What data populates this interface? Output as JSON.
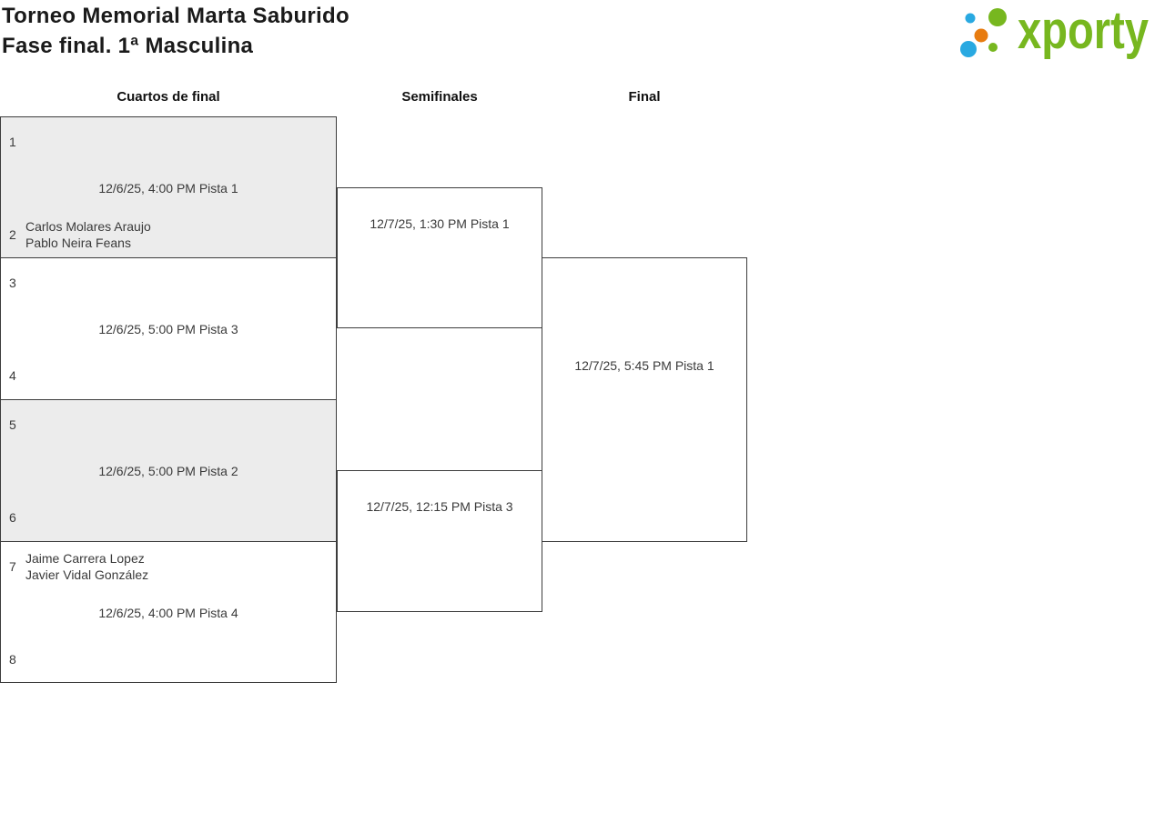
{
  "header": {
    "title_line1": "Torneo Memorial Marta Saburido",
    "title_line2": "Fase final. 1ª Masculina"
  },
  "logo": {
    "wordmark": "xporty",
    "colors": {
      "green": "#77b71f",
      "blue": "#29a9e1",
      "orange": "#e87c10"
    }
  },
  "rounds": [
    {
      "label": "Cuartos de final"
    },
    {
      "label": "Semifinales"
    },
    {
      "label": "Final"
    }
  ],
  "matches": {
    "qf1": {
      "seed_top": "1",
      "seed_bottom": "2",
      "schedule": "12/6/25, 4:00 PM Pista 1",
      "team_bottom": [
        "Carlos Molares Araujo",
        "Pablo Neira Feans"
      ]
    },
    "qf2": {
      "seed_top": "3",
      "seed_bottom": "4",
      "schedule": "12/6/25, 5:00 PM Pista 3"
    },
    "qf3": {
      "seed_top": "5",
      "seed_bottom": "6",
      "schedule": "12/6/25, 5:00 PM Pista 2"
    },
    "qf4": {
      "seed_top": "7",
      "seed_bottom": "8",
      "schedule": "12/6/25, 4:00 PM Pista 4",
      "team_top": [
        "Jaime Carrera Lopez",
        "Javier Vidal González"
      ]
    },
    "sf1": {
      "schedule": "12/7/25, 1:30 PM Pista 1"
    },
    "sf2": {
      "schedule": "12/7/25, 12:15 PM Pista 3"
    },
    "final": {
      "schedule": "12/7/25, 5:45 PM Pista 1"
    }
  }
}
